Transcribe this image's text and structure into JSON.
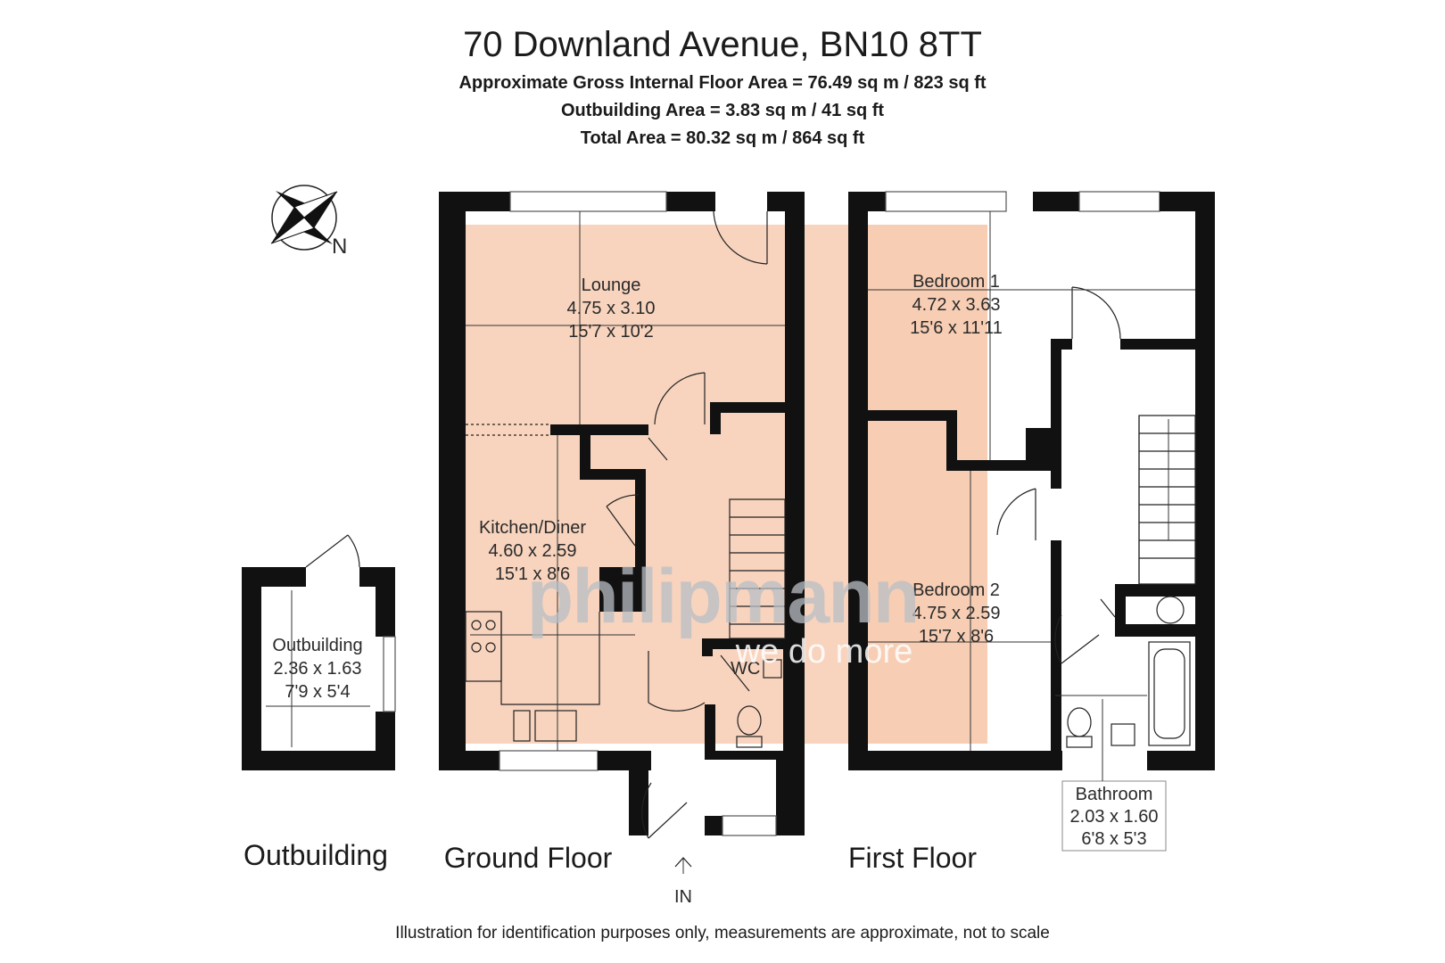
{
  "header": {
    "address": "70 Downland Avenue, BN10 8TT",
    "gross_internal": "Approximate Gross Internal Floor Area = 76.49 sq m / 823 sq ft",
    "outbuilding_area": "Outbuilding Area = 3.83 sq m / 41 sq ft",
    "total_area": "Total Area = 80.32 sq m / 864 sq ft"
  },
  "compass": {
    "label": "N"
  },
  "floors": {
    "outbuilding": "Outbuilding",
    "ground": "Ground Floor",
    "first": "First Floor"
  },
  "rooms": {
    "lounge": {
      "name": "Lounge",
      "metric": "4.75 x 3.10",
      "imperial": "15'7 x 10'2"
    },
    "kitchen": {
      "name": "Kitchen/Diner",
      "metric": "4.60 x 2.59",
      "imperial": "15'1 x 8'6"
    },
    "wc": {
      "name": "WC"
    },
    "bedroom1": {
      "name": "Bedroom 1",
      "metric": "4.72 x 3.63",
      "imperial": "15'6 x 11'11"
    },
    "bedroom2": {
      "name": "Bedroom 2",
      "metric": "4.75 x 2.59",
      "imperial": "15'7 x 8'6"
    },
    "bathroom": {
      "name": "Bathroom",
      "metric": "2.03 x 1.60",
      "imperial": "6'8 x 5'3"
    },
    "outbuilding": {
      "name": "Outbuilding",
      "metric": "2.36 x 1.63",
      "imperial": "7'9 x 5'4"
    }
  },
  "entrance": {
    "label": "IN"
  },
  "watermark": {
    "brand": "philipmann",
    "tagline": "we do more"
  },
  "footer": "Illustration for identification purposes only, measurements are approximate, not to scale",
  "colors": {
    "room_fill": "#f7cdb3",
    "wall": "#111111",
    "watermark": "#b9bfc6"
  }
}
